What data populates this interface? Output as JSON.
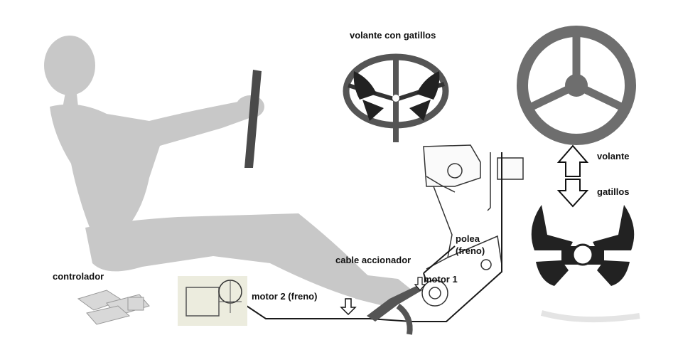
{
  "labels": {
    "volante_con_gatillos": "volante con gatillos",
    "volante": "volante",
    "gatillos": "gatillos",
    "polea_line1": "polea",
    "polea_line2": "(freno)",
    "cable_accionador": "cable accionador",
    "motor_1": "motor 1",
    "motor_2": "motor 2 (freno)",
    "controlador": "controlador"
  },
  "colors": {
    "figure": "#c8c8c8",
    "wheel": "#6e6e6e",
    "trigger": "#2a2a2a",
    "line": "#1a1a1a"
  },
  "icons": [
    "seated-driver-figure",
    "joystick-handle",
    "steering-wheel-with-triggers",
    "steering-wheel",
    "triggers",
    "double-arrow",
    "brake-pedal-assembly",
    "motor-2-image",
    "controller-boards",
    "down-arrow"
  ]
}
